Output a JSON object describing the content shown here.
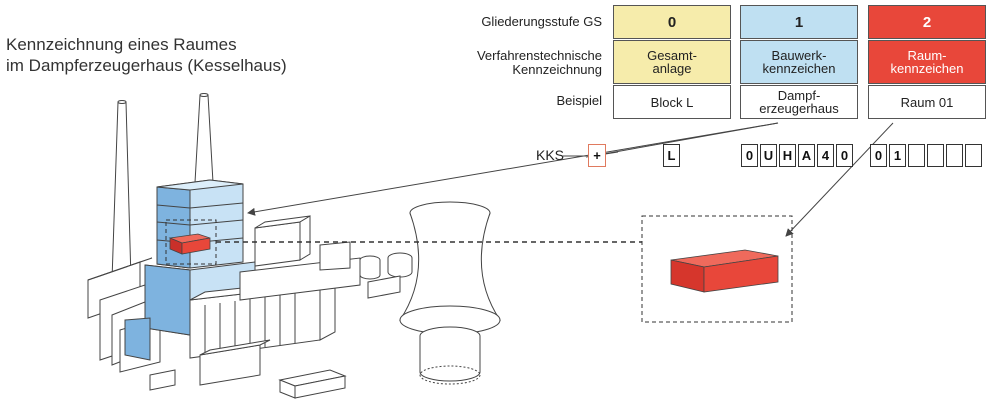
{
  "title": {
    "line1": "Kennzeichnung eines Raumes",
    "line2": "im Dampferzeugerhaus (Kesselhaus)"
  },
  "row_labels": {
    "level": "Gliederungsstufe GS",
    "designation_line1": "Verfahrenstechnische",
    "designation_line2": "Kennzeichnung",
    "example": "Beispiel"
  },
  "levels": [
    {
      "number": "0",
      "name_line1": "Gesamt-",
      "name_line2": "anlage",
      "example_line1": "Block L",
      "example_line2": "",
      "color": "#f6ecab"
    },
    {
      "number": "1",
      "name_line1": "Bauwerk-",
      "name_line2": "kennzeichen",
      "example_line1": "Dampf-",
      "example_line2": "erzeugerhaus",
      "color": "#bfe0f2"
    },
    {
      "number": "2",
      "name_line1": "Raum-",
      "name_line2": "kennzeichen",
      "example_line1": "Raum 01",
      "example_line2": "",
      "color": "#e8473a"
    }
  ],
  "kks": {
    "label": "KKS",
    "prefix": "+",
    "group0": [
      "L"
    ],
    "group1": [
      "0",
      "U",
      "H",
      "A",
      "4",
      "0"
    ],
    "group2": [
      "0",
      "1",
      "",
      "",
      "",
      ""
    ]
  },
  "colors": {
    "building_blue": "#a9cdea",
    "building_blue_dark": "#6fa6d8",
    "room_red": "#e8473a",
    "line": "#444444"
  }
}
